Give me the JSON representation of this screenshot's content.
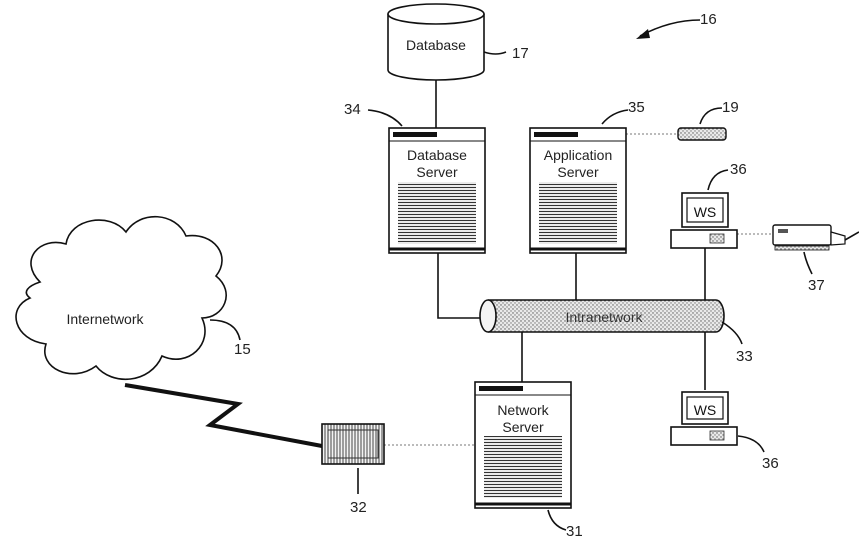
{
  "system": {
    "ref": "16"
  },
  "database": {
    "label": "Database",
    "ref": "17"
  },
  "database_server": {
    "line1": "Database",
    "line2": "Server",
    "ref": "34"
  },
  "application_server": {
    "line1": "Application",
    "line2": "Server",
    "ref": "35"
  },
  "peripheral": {
    "ref": "19"
  },
  "workstation_top": {
    "screen_text": "WS",
    "ref": "36"
  },
  "printer": {
    "ref": "37"
  },
  "intranetwork": {
    "label": "Intranetwork",
    "ref": "33"
  },
  "internetwork": {
    "label": "Internetwork",
    "ref": "15"
  },
  "network_server": {
    "line1": "Network",
    "line2": "Server",
    "ref": "31"
  },
  "gateway": {
    "ref": "32"
  },
  "workstation_bottom": {
    "screen_text": "WS",
    "ref": "36"
  }
}
